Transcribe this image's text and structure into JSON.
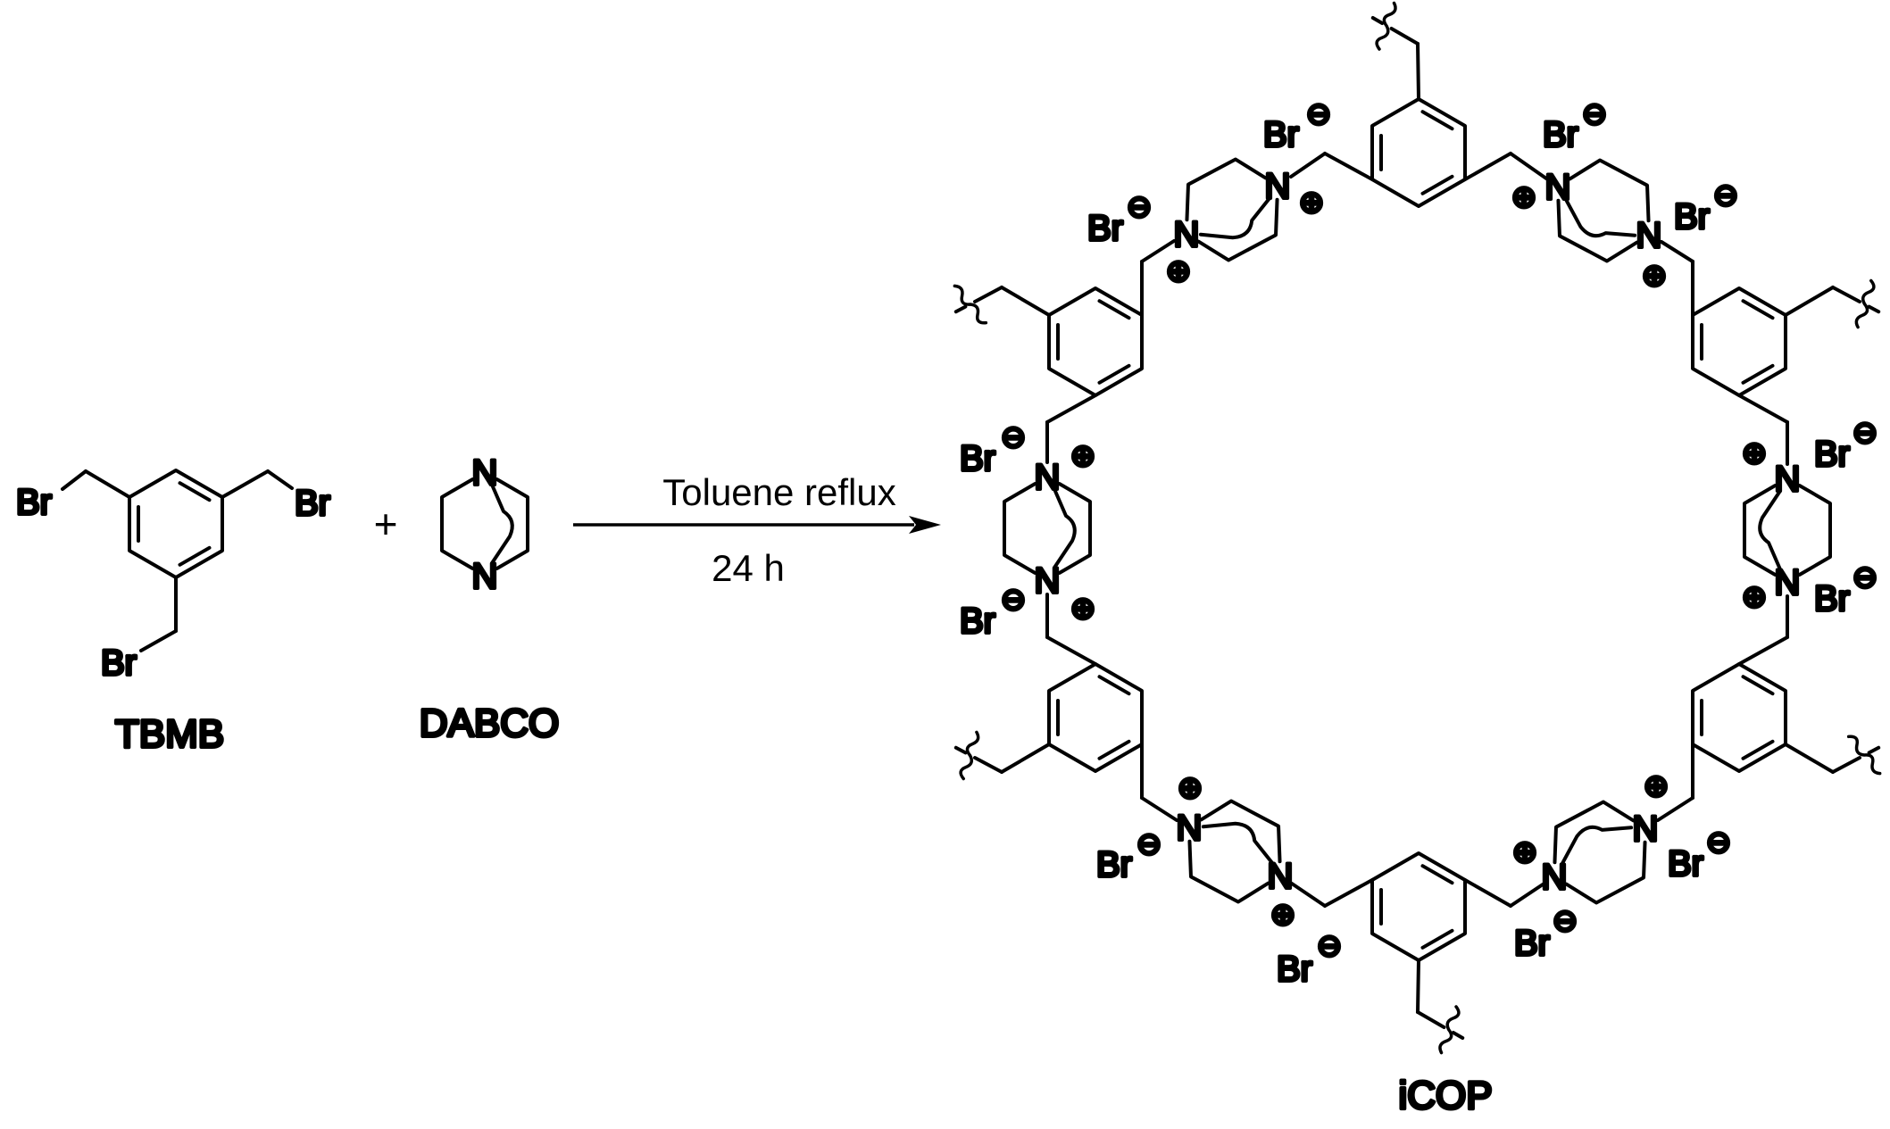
{
  "page": {
    "background": "#ffffff",
    "ink": "#000000"
  },
  "reaction": {
    "reactants": [
      {
        "id": "tbmb",
        "label": "TBMB"
      },
      {
        "id": "dabco",
        "label": "DABCO"
      }
    ],
    "plus_sign": "+",
    "arrow": {
      "condition_top": "Toluene reflux",
      "condition_bottom": "24 h"
    },
    "product": {
      "id": "icop",
      "label": "iCOP"
    }
  },
  "atoms": {
    "nitrogen": "N",
    "bromine": "Br"
  },
  "charges": {
    "positive": "⊕",
    "negative": "⊖"
  }
}
